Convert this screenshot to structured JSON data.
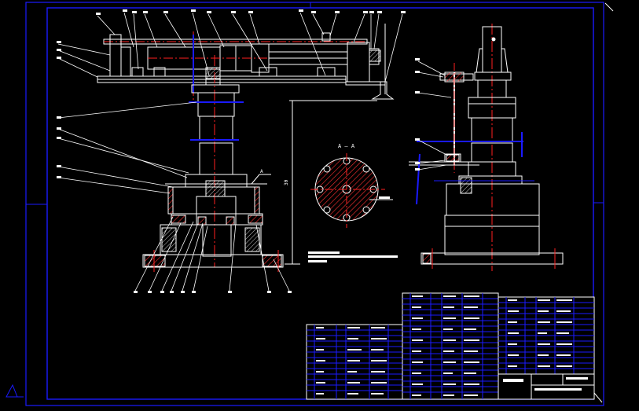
{
  "drawing": {
    "section_label": "A — A",
    "section_marker": "A",
    "dimension_text": "30",
    "colors": {
      "background": "#000000",
      "frame": "#1a1aff",
      "outline": "#ffffff",
      "centerline": "#ff2020",
      "hatch": "#ff3030",
      "table_fill": "#1010ff"
    }
  }
}
